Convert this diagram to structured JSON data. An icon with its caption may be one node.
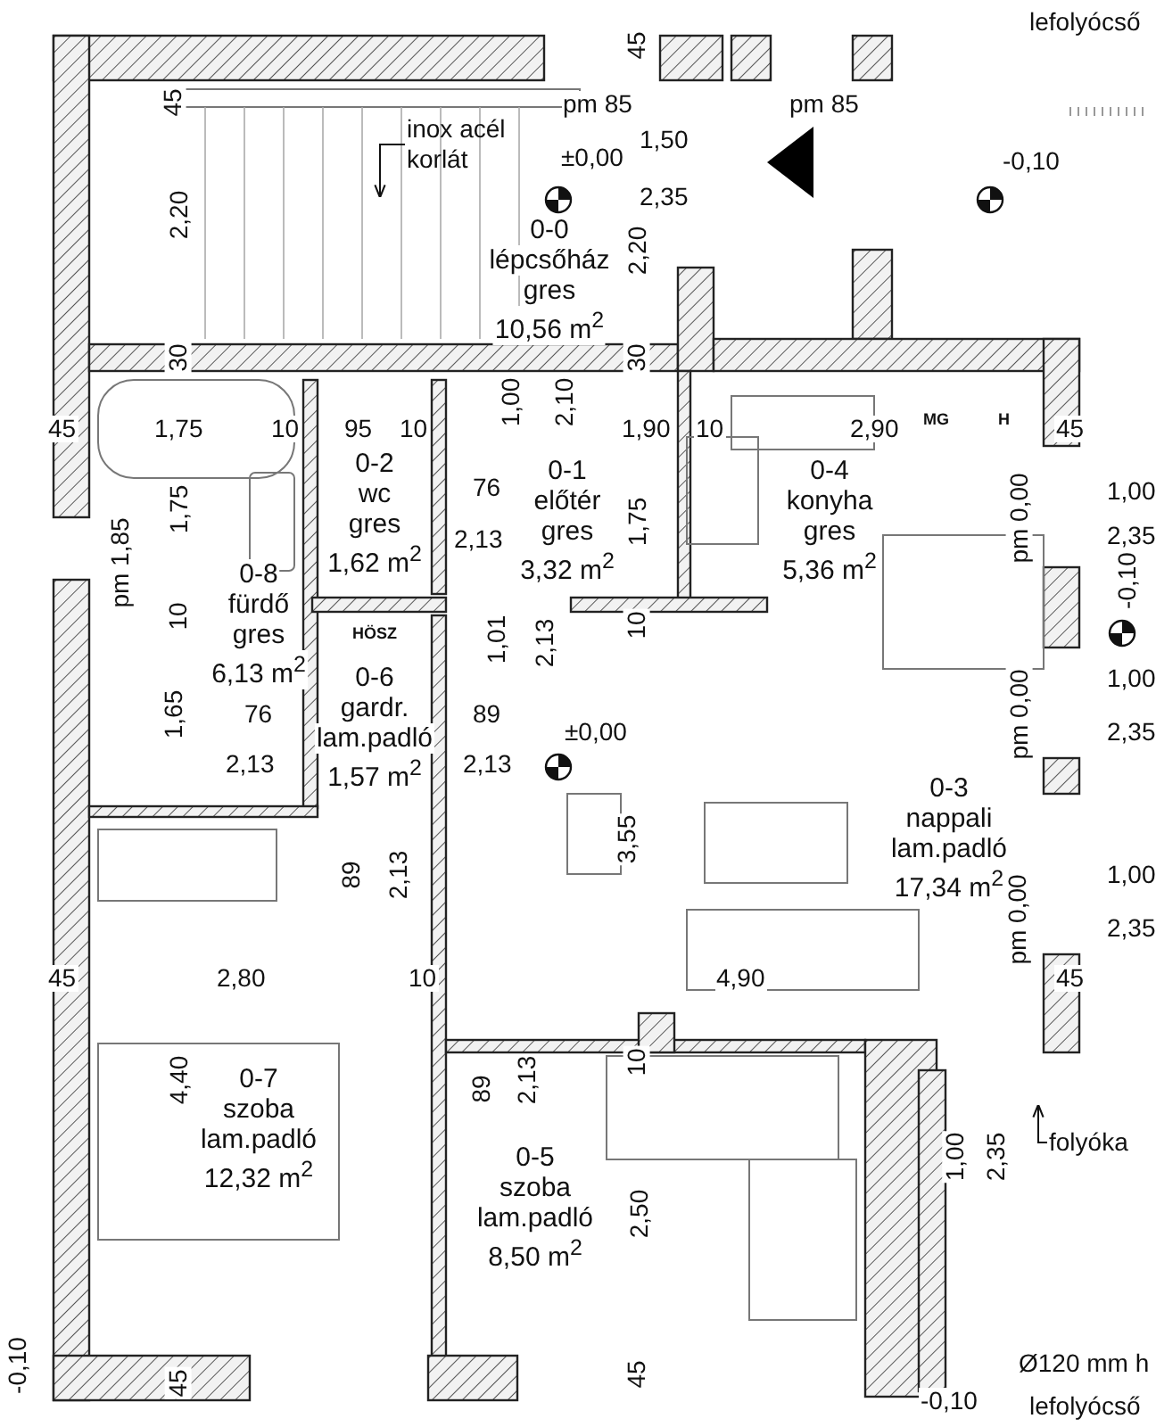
{
  "diagram": {
    "nodes": [
      {
        "text": [
          "inox acél korlát"
        ]
      },
      {
        "text": [
          "0-0",
          "lépcsőház",
          "gres",
          "10,56 m$^{2}$"
        ]
      },
      {
        "text": [
          "0-2",
          "wc",
          "gres",
          "1,62 m$^{2}$"
        ]
      },
      {
        "text": [
          "0-1",
          "előtér",
          "gres",
          "3,32 m$^{2}$"
        ]
      },
      {
        "text": [
          "0-4",
          "konyha",
          "gres",
          "5,36 m$^{2}$"
        ]
      },
      {
        "text": [
          "0-8",
          "fürdő",
          "gres",
          "6,13 m$^{2}$"
        ]
      },
      {
        "text": [
          "0-6",
          "gardr.",
          "lam.padló",
          "1,57 m$^{2}$"
        ]
      },
      {
        "text": [
          "0-3",
          "nappali",
          "lam.padló",
          "17,34 m$^{2}$"
        ]
      },
      {
        "text": [
          "0-7",
          "szoba",
          "lam.padló",
          "12,32 m$^{2}$"
        ]
      },
      {
        "text": [
          "0-5",
          "szoba",
          "lam.padló",
          "8,50 m$^{2}$"
        ]
      },
      {
        "text": [
          "folyóka"
        ]
      }
    ],
    "edges": [
      {
        "from": 0,
        "to": null,
        "arrow": "to"
      },
      {
        "from": 10,
        "to": null,
        "arrow": "to"
      }
    ],
    "labels": [
      "45",
      "45",
      "pm 85",
      "pm 85",
      "±0,00",
      "1,50",
      "2,35",
      "-0,10",
      "lefolyócső",
      "2,20",
      "2,20",
      "30",
      "30",
      "45",
      "1,75",
      "10",
      "95",
      "10",
      "1,00",
      "2,10",
      "1,90",
      "10",
      "2,90",
      "MG",
      "H",
      "45",
      "1,00",
      "2,35",
      "1,75",
      "76",
      "2,13",
      "1,75",
      "pm 1,85",
      "pm 0,00",
      "-0,10",
      "HÖSZ",
      "10",
      "1,01",
      "2,13",
      "10",
      "1,65",
      "76",
      "89",
      "±0,00",
      "2,13",
      "2,13",
      "pm 0,00",
      "1,00",
      "2,35",
      "3,55",
      "89",
      "2,13",
      "1,00",
      "2,35",
      "pm 0,00",
      "45",
      "2,80",
      "10",
      "4,90",
      "45",
      "4,40",
      "89",
      "2,13",
      "10",
      "2,50",
      "1,00",
      "2,35",
      "45",
      "45",
      "-0,10",
      "-0,10",
      "Ø120 mm h",
      "lefolyócső"
    ]
  }
}
